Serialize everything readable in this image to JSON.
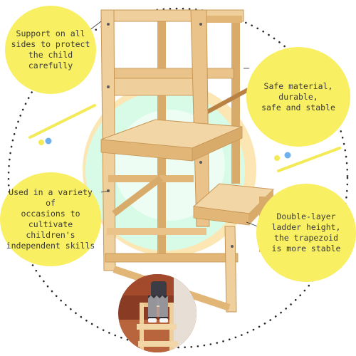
{
  "colors": {
    "callout_fill": "#f8ef62",
    "backdrop_mint": "#d7fbe6",
    "backdrop_ring": "#fbe6b4",
    "wood_light": "#efcf9c",
    "wood_mid": "#e2b677",
    "wood_dark": "#c79654",
    "accent_yellow": "#f3ea57",
    "accent_blue": "#6fb0ee",
    "dots": "#2a2a2a"
  },
  "callouts": [
    {
      "id": "support",
      "text": "Support on all\nsides to protect\nthe child carefully"
    },
    {
      "id": "material",
      "text": "Safe material,\ndurable,\nsafe and stable"
    },
    {
      "id": "occasions",
      "text": "Used in a variety of\noccasions to\ncultivate children's\nindependent skills"
    },
    {
      "id": "ladder",
      "text": "Double-layer\nladder height,\nthe trapezoid\nis more stable"
    }
  ],
  "product": {
    "name_icon": "learning-tower-stool-icon"
  },
  "inset_photo": {
    "icon": "child-on-stool-photo-icon"
  }
}
